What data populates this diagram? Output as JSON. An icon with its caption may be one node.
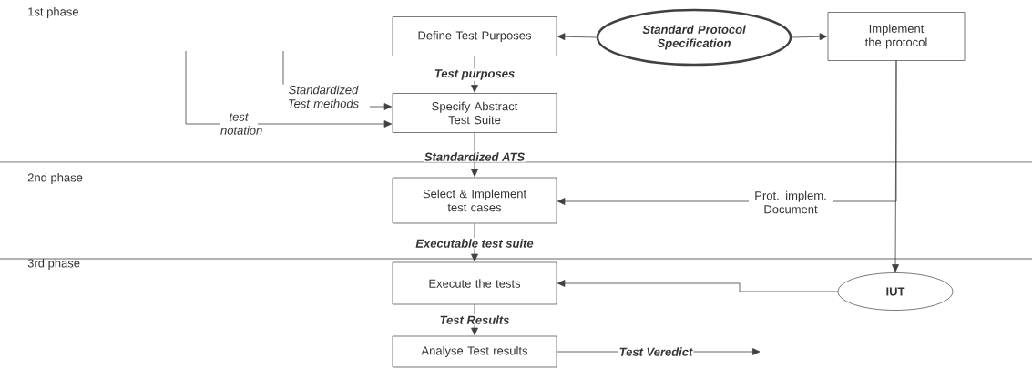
{
  "diagram": {
    "nodes": [
      {
        "text": [
          "Define Test Purposes"
        ]
      },
      {
        "text": [
          "Standard Protocol Specification"
        ]
      },
      {
        "text": [
          "Implement the protocol"
        ]
      },
      {
        "text": [
          "Specify Abstract Test Suite"
        ]
      },
      {
        "text": [
          "Select & Implement test cases"
        ]
      },
      {
        "text": [
          "Execute the  tests"
        ]
      },
      {
        "text": [
          "Analyse Test results"
        ]
      },
      {
        "text": [
          "IUT"
        ]
      }
    ],
    "edges": [
      {
        "from": 1,
        "to": 0,
        "arrow": "to"
      },
      {
        "from": 1,
        "to": 2,
        "arrow": "to"
      },
      {
        "from": 0,
        "to": 3,
        "arrow": "to",
        "label": "Test purposes"
      },
      {
        "from": null,
        "to": 3,
        "arrow": "to",
        "label": "Standardized Test methods"
      },
      {
        "from": null,
        "to": 3,
        "arrow": "to",
        "label": "test notation"
      },
      {
        "from": 3,
        "to": 4,
        "arrow": "to",
        "label": "Standardized  ATS"
      },
      {
        "from": 2,
        "to": 4,
        "arrow": "to",
        "label": "Prot. implem. Document"
      },
      {
        "from": 2,
        "to": 7,
        "arrow": "to"
      },
      {
        "from": 4,
        "to": 5,
        "arrow": "to",
        "label": "Executable test suite"
      },
      {
        "from": 7,
        "to": 5,
        "arrow": "to"
      },
      {
        "from": 5,
        "to": 6,
        "arrow": "to",
        "label": "Test Results"
      },
      {
        "from": 6,
        "to": null,
        "arrow": "to",
        "label": "Test Veredict"
      }
    ],
    "labels": [
      "1st phase",
      "2nd phase",
      "3rd phase"
    ]
  }
}
